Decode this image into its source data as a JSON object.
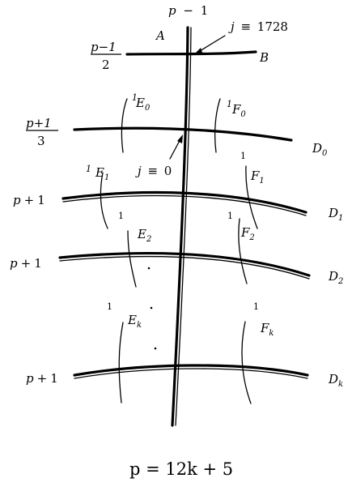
{
  "top_label": {
    "p": "p",
    "minus": "−",
    "one": "1"
  },
  "label_A": "A",
  "label_B": "B",
  "j1728": {
    "j": "j",
    "equiv": "≡",
    "value": "1728"
  },
  "j0": {
    "j": "j",
    "equiv": "≡",
    "value": "0"
  },
  "frac_p_minus_1_over_2": {
    "num": "p−1",
    "den": "2"
  },
  "frac_p_plus_1_over_3": {
    "num": "p+1",
    "den": "3"
  },
  "row_mult": "p + 1",
  "E": "E",
  "F": "F",
  "D": "D",
  "one": "1",
  "sub0": "0",
  "sub1": "1",
  "sub2": "2",
  "subk": "k",
  "caption": "p = 12k + 5"
}
